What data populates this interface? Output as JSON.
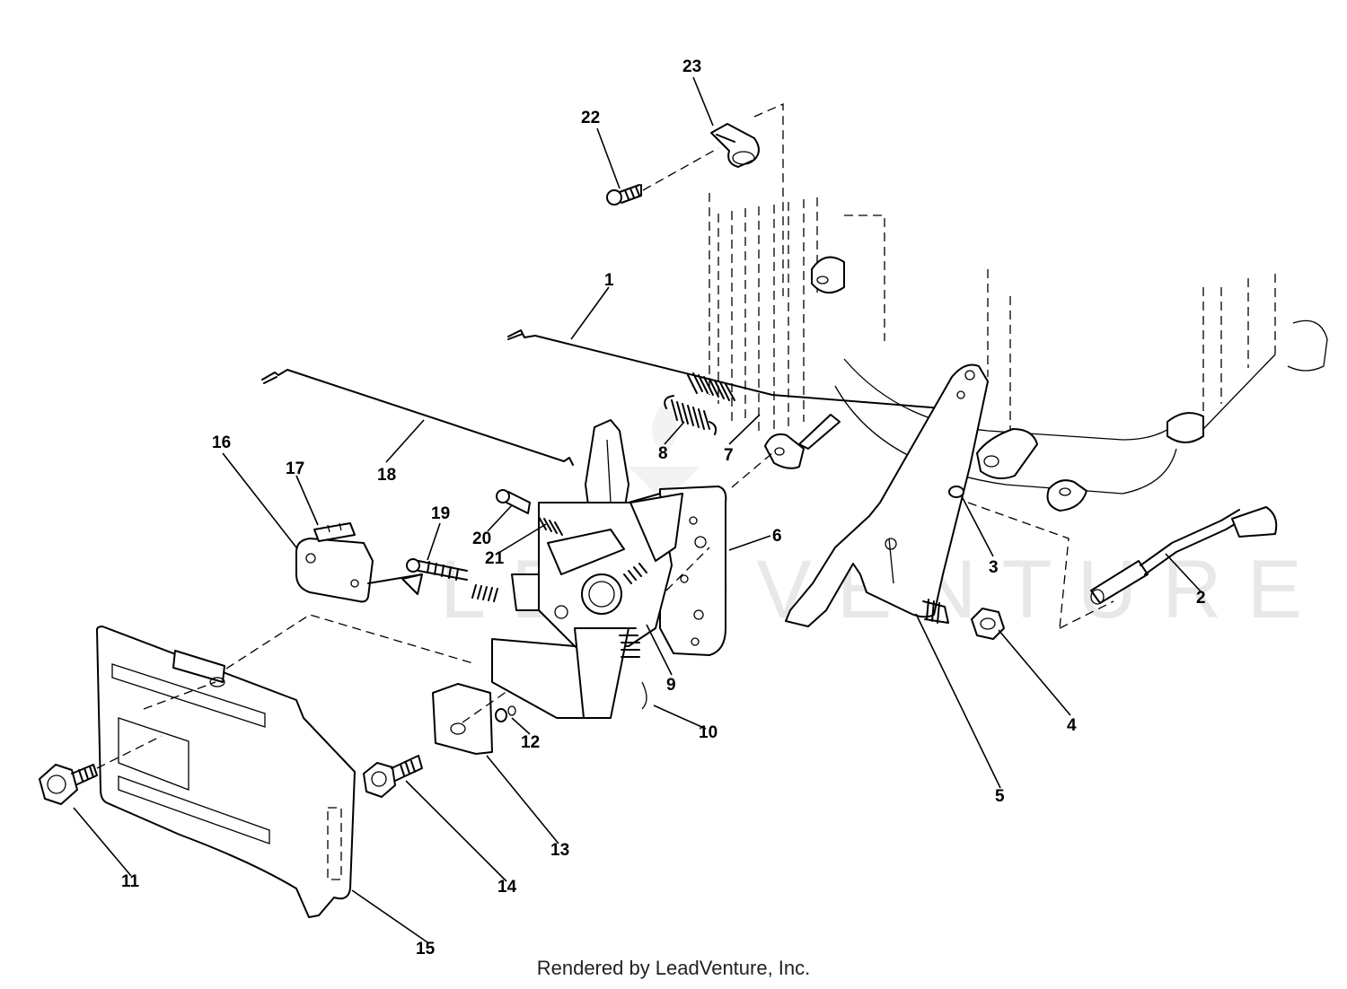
{
  "credit": "Rendered by LeadVenture, Inc.",
  "watermark": "LEADVENTURE",
  "callouts": [
    "1",
    "2",
    "3",
    "4",
    "5",
    "6",
    "7",
    "8",
    "9",
    "10",
    "11",
    "12",
    "13",
    "14",
    "15",
    "16",
    "17",
    "18",
    "19",
    "20",
    "21",
    "22",
    "23"
  ]
}
